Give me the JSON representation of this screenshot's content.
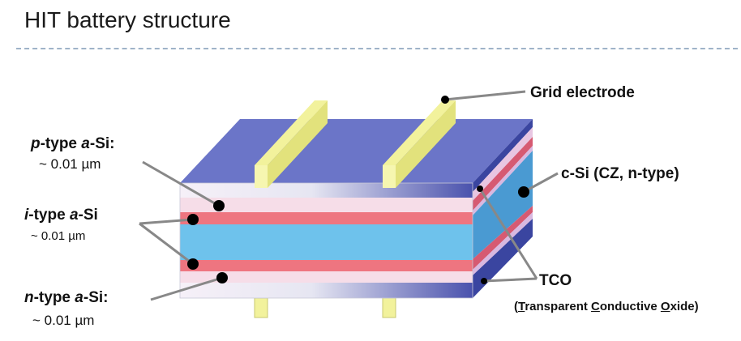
{
  "title": "HIT battery structure",
  "labels": {
    "grid_electrode": "Grid electrode",
    "c_si": "c-Si (CZ, n-type)",
    "tco": "TCO",
    "tco_desc_parts": [
      "T",
      "ransparent ",
      "C",
      "onductive ",
      "O",
      "xide"
    ],
    "p_type": {
      "prefix": "p",
      "mid": "-type ",
      "a": "a",
      "suffix": "-Si:",
      "thickness": "~ 0.01 µm"
    },
    "i_type": {
      "prefix": "i",
      "mid": "-type ",
      "a": "a",
      "suffix": "-Si",
      "thickness": "~ 0.01 µm"
    },
    "n_type": {
      "prefix": "n",
      "mid": "-type ",
      "a": "a",
      "suffix": "-Si:",
      "thickness": "~ 0.01 µm"
    }
  },
  "colors": {
    "top_face": "#6b75c8",
    "right_face": "#3a45a0",
    "c_si": "#6ec2ec",
    "i_layer": "#ee7580",
    "tco_layer": "#f6dde8",
    "grid_finger": "#f2f29c",
    "leader": "#888888",
    "dot": "#000000"
  }
}
